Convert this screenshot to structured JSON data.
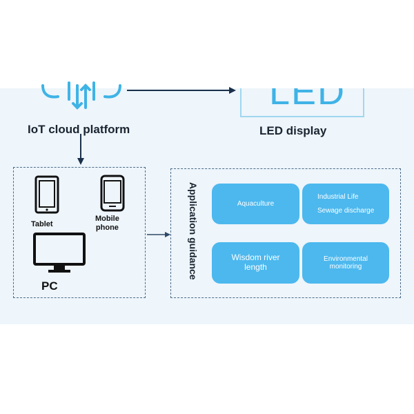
{
  "top": {
    "iot_label": "IoT cloud platform",
    "led_display_text": "LED",
    "led_label": "LED display"
  },
  "devices": {
    "tablet": "Tablet",
    "mobile_phone": "Mobile\nphone",
    "pc": "PC"
  },
  "applications": {
    "title": "Application guidance",
    "cards": [
      {
        "lines": [
          "Aquaculture"
        ]
      },
      {
        "lines": [
          "Industrial Life",
          "Sewage discharge"
        ]
      },
      {
        "lines": [
          "Wisdom river",
          "length"
        ]
      },
      {
        "lines": [
          "Environmental",
          "monitoring"
        ]
      }
    ]
  },
  "colors": {
    "accent": "#4cb8ee",
    "led_text": "#3fb3e6",
    "band_background": "#eef5fb",
    "arrow": "#1a2f4a"
  },
  "icons": [
    "cloud-network-icon",
    "tablet-icon",
    "mobile-phone-icon",
    "pc-monitor-icon"
  ]
}
